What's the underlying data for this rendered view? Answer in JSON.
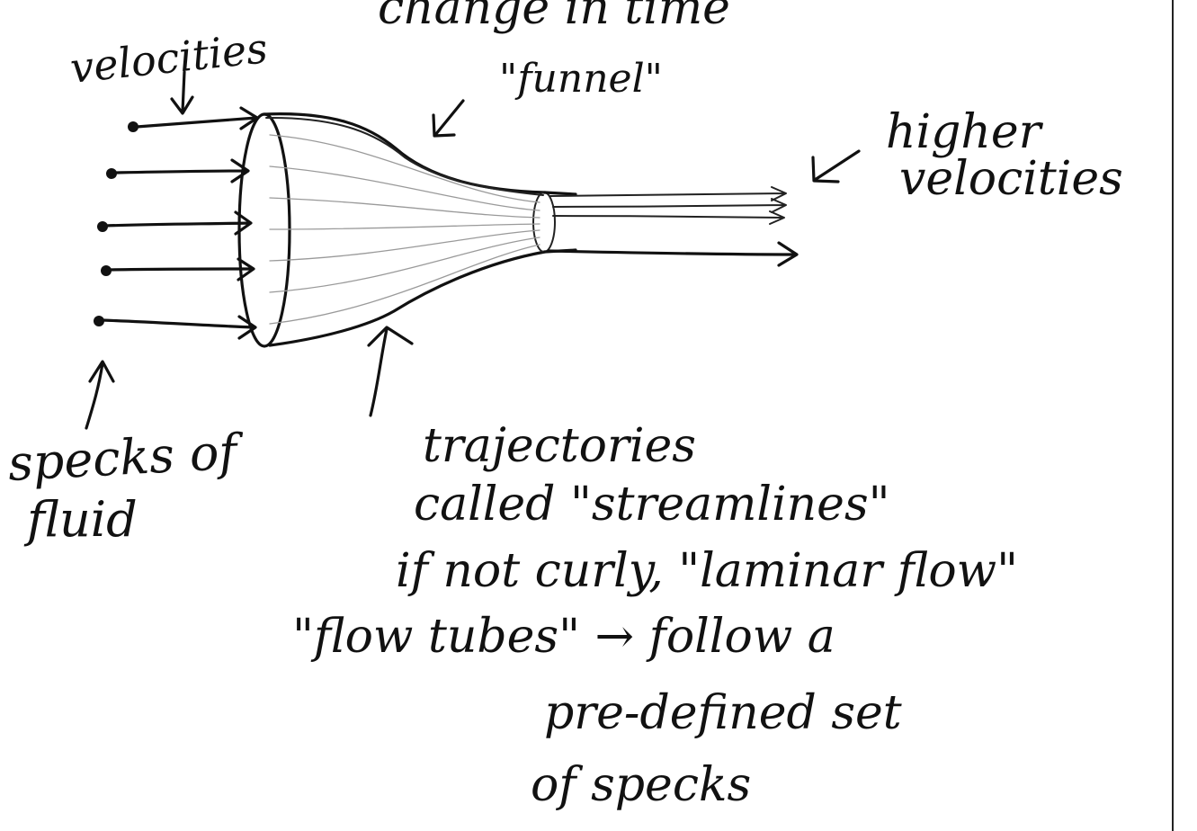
{
  "diagram": {
    "heading_partial": "change in time",
    "labels": {
      "velocities": "velocities",
      "funnel": "\"funnel\"",
      "higher_velocities_line1": "higher",
      "higher_velocities_line2": "velocities",
      "specks_line1": "specks of",
      "specks_line2": "fluid",
      "notes": [
        "trajectories",
        "called \"streamlines\"",
        "if not curly, \"laminar flow\"",
        "\"flow tubes\" → follow a",
        "pre-defined set",
        "of specks"
      ]
    },
    "counts": {
      "specks": 5,
      "inner_streamlines": 7,
      "exit_arrows": 3
    }
  }
}
